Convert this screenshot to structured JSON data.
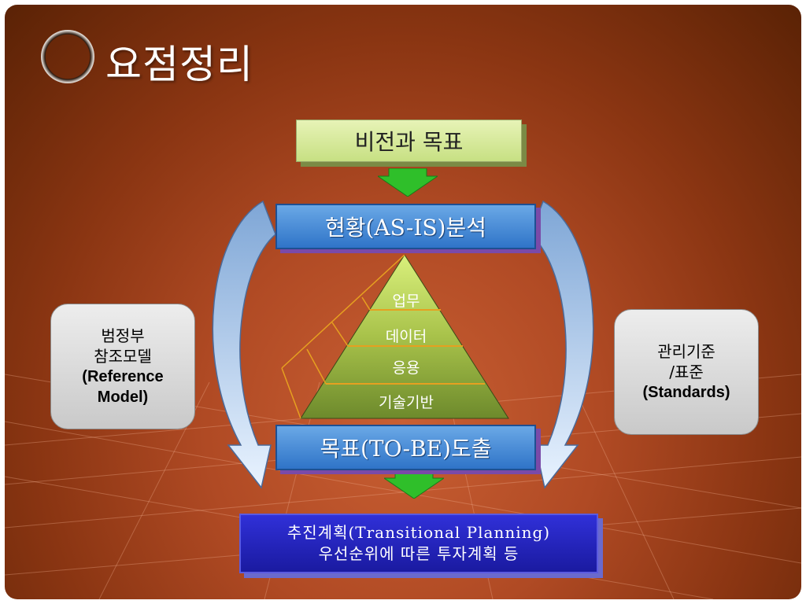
{
  "title": "요점정리",
  "vision": "비전과 목표",
  "asis": "현황(AS-IS)분석",
  "tobe": "목표(TO-BE)도출",
  "pyramid": {
    "levels": [
      "업무",
      "데이터",
      "응용",
      "기술기반"
    ]
  },
  "left_box": {
    "line1": "범정부",
    "line2": "참조모델",
    "line3": "(Reference",
    "line4": "Model)"
  },
  "right_box": {
    "line1": "관리기준",
    "line2": "/표준",
    "line3": "(Standards)"
  },
  "plan": {
    "line1": "추진계획(Transitional Planning)",
    "line2": "우선순위에 따른 투자계획 등"
  },
  "colors": {
    "vision_fill": "#d5ea9a",
    "blue_box": "#3b80d0",
    "plan_box": "#2424c0",
    "arrow_green": "#2fbf2a",
    "background": "#a8441e"
  }
}
